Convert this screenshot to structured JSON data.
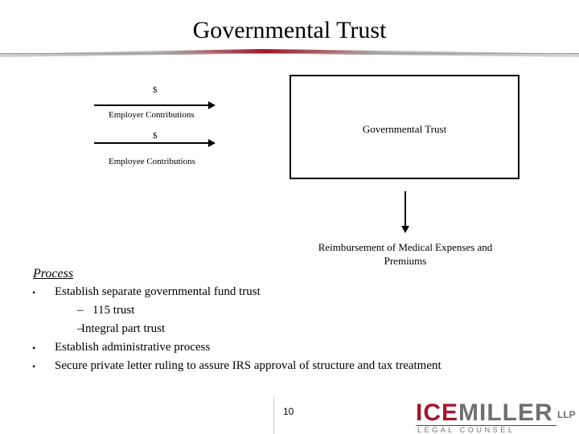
{
  "title": "Governmental Trust",
  "diagram": {
    "dollar_top": "$",
    "employer_label": "Employer Contributions",
    "dollar_bottom": "$",
    "employee_label": "Employee Contributions",
    "trust_label": "Governmental Trust",
    "reimbursement_label": "Reimbursement of Medical Expenses and Premiums"
  },
  "process": {
    "heading": "Process",
    "bullet_symbol": "•",
    "dash_symbol": "–",
    "items": [
      "Establish separate governmental fund trust",
      "115 trust",
      "Integral part trust",
      "Establish administrative process",
      "Secure private letter ruling to assure IRS approval of structure and tax treatment"
    ]
  },
  "footer": {
    "page_number": "10",
    "logo_ice": "ICE",
    "logo_miller": "MILLER",
    "logo_llp": "LLP",
    "logo_sub": "LEGAL COUNSEL",
    "brand_color": "#a3182c",
    "gray_color": "#6f6f6f"
  }
}
